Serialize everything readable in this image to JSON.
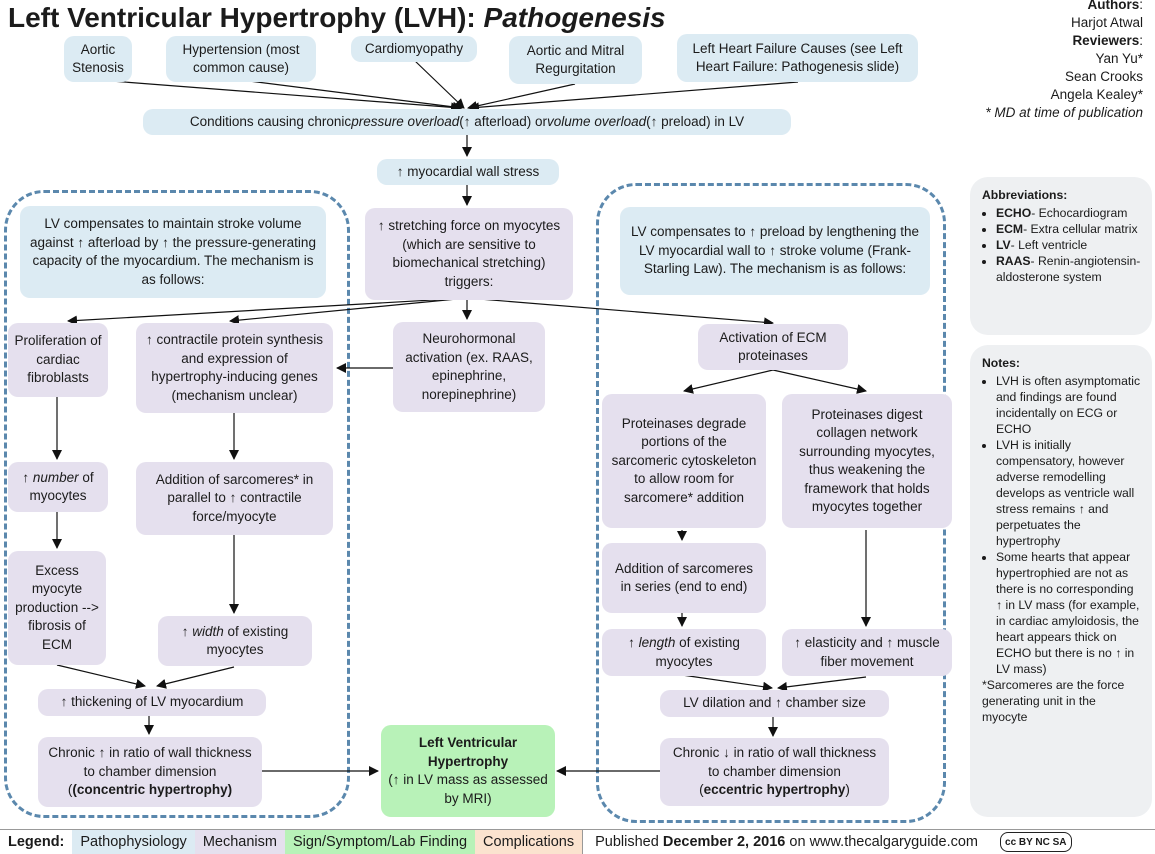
{
  "title": {
    "main": "Left Ventricular Hypertrophy (LVH): ",
    "italic": "Pathogenesis"
  },
  "authors": {
    "authors_label": "Authors",
    "authors": [
      "Harjot Atwal"
    ],
    "reviewers_label": "Reviewers",
    "reviewers": [
      "Yan Yu*",
      "Sean Crooks",
      "Angela Kealey*"
    ],
    "note": "* MD at time of publication"
  },
  "causes": [
    "Aortic Stenosis",
    "Hypertension (most common cause)",
    "Cardiomyopathy",
    "Aortic and Mitral Regurgitation",
    "Left Heart Failure Causes (see Left Heart Failure: Pathogenesis slide)"
  ],
  "conditions": {
    "a": "Conditions causing chronic ",
    "b": "pressure overload",
    "c": " (↑ afterload) or ",
    "d": "volume overload",
    "e": " (↑ preload) in LV"
  },
  "wall_stress": "↑ myocardial wall stress",
  "stretch": "↑ stretching force on myocytes (which are sensitive to biomechanical stretching) triggers:",
  "left_intro": "LV compensates to maintain stroke volume against ↑ afterload by ↑ the pressure-generating capacity of the myocardium. The mechanism is as follows:",
  "right_intro": "LV compensates to ↑ preload by lengthening the LV myocardial wall to ↑ stroke volume (Frank-Starling Law). The mechanism is as follows:",
  "fibroblasts": "Proliferation of cardiac fibroblasts",
  "contractile": "↑ contractile protein synthesis and expression of hypertrophy-inducing genes (mechanism unclear)",
  "neuro": "Neurohormonal activation (ex. RAAS, epinephrine, norepinephrine)",
  "ecm_activation": "Activation of ECM proteinases",
  "number": {
    "a": "↑ ",
    "b": "number",
    "c": " of myocytes"
  },
  "sarc_parallel": "Addition of sarcomeres* in parallel to ↑ contractile force/myocyte",
  "excess": "Excess myocyte production --> fibrosis of ECM",
  "width": {
    "a": "↑ ",
    "b": "width",
    "c": " of existing myocytes"
  },
  "thickening": "↑ thickening of LV myocardium",
  "concentric": {
    "a": "Chronic ↑ in ratio of wall thickness to chamber dimension",
    "b": "(concentric hypertrophy)"
  },
  "lvh_result": {
    "a": "Left Ventricular Hypertrophy",
    "b": "(↑ in LV mass as assessed by MRI)"
  },
  "prot_degrade": "Proteinases degrade portions of the sarcomeric cytoskeleton to allow room for sarcomere* addition",
  "prot_digest": "Proteinases digest collagen network surrounding myocytes, thus weakening the framework that holds myocytes together",
  "series": "Addition of sarcomeres in series (end to end)",
  "length": {
    "a": "↑ ",
    "b": "length",
    "c": " of existing myocytes"
  },
  "elasticity": "↑ elasticity and ↑ muscle fiber movement",
  "dilation": "LV dilation and ↑ chamber size",
  "eccentric": {
    "a": "Chronic ↓ in ratio of wall thickness to chamber dimension",
    "b": "eccentric hypertrophy"
  },
  "abbreviations": {
    "heading": "Abbreviations:",
    "items": [
      [
        "ECHO",
        "- Echocardiogram"
      ],
      [
        "ECM",
        "- Extra cellular matrix"
      ],
      [
        "LV",
        "- Left ventricle"
      ],
      [
        "RAAS",
        "- Renin-angiotensin-aldosterone system"
      ]
    ]
  },
  "notes": {
    "heading": "Notes:",
    "items": [
      "LVH is often asymptomatic and findings are found incidentally on ECG or ECHO",
      "LVH is initially compensatory, however adverse remodelling develops as ventricle wall stress remains ↑ and perpetuates the hypertrophy",
      "Some hearts that appear hypertrophied are not as there is no corresponding ↑ in LV mass (for example, in cardiac amyloidosis, the heart appears thick on ECHO but there is no ↑ in LV mass)"
    ],
    "footnote": "*Sarcomeres are the force generating unit in the myocyte"
  },
  "legend": {
    "label": "Legend:",
    "items": [
      "Pathophysiology",
      "Mechanism",
      "Sign/Symptom/Lab Finding",
      "Complications"
    ],
    "colors": [
      "#dcebf3",
      "#e5e0ee",
      "#b8f2b8",
      "#fbe3cf"
    ],
    "published_pre": "Published ",
    "published_date": "December 2, 2016",
    "published_post": " on www.thecalgaryguide.com",
    "license": "cc BY NC SA"
  }
}
